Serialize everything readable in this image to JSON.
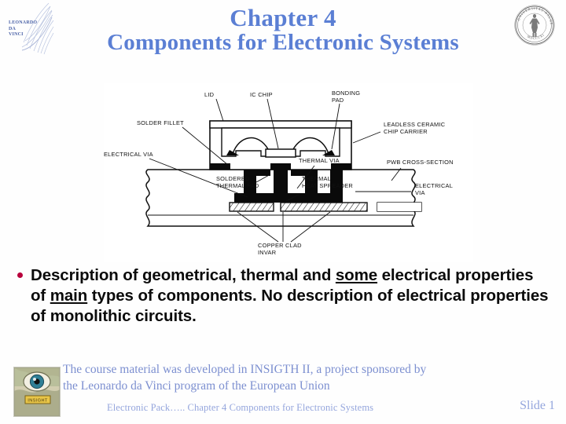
{
  "slide": {
    "title_line1": "Chapter 4",
    "title_line2": "Components for Electronic Systems",
    "title_color": "#5b7fd4"
  },
  "logos": {
    "leonardo": {
      "name": "leonardo-da-vinci-logo",
      "line1": "LEONARDO",
      "line2": "DA",
      "line3": "VINCI"
    },
    "university_seal": {
      "name": "university-of-oslo-seal",
      "ring_text": "UNIVERSITAS OSLOENSIS",
      "year_text": "MDCCCXI"
    },
    "insight": {
      "name": "insight-eye-logo",
      "label": "INSIGHT"
    }
  },
  "diagram": {
    "name": "leadless-ceramic-chip-carrier-cross-section",
    "labels": {
      "lid": "LID",
      "ic_chip": "IC CHIP",
      "bonding_pad_l1": "BONDING",
      "bonding_pad_l2": "PAD",
      "solder_fillet": "SOLDER FILLET",
      "electrical_via_left": "ELECTRICAL VIA",
      "leadless_l1": "LEADLESS CERAMIC",
      "leadless_l2": "CHIP CARRIER",
      "pwb_cross_section": "PWB CROSS-SECTION",
      "electrical_via_right_l1": "ELECTRICAL",
      "electrical_via_right_l2": "VIA",
      "thermal_via": "THERMAL VIA",
      "soldered_pad_l1": "SOLDERED",
      "soldered_pad_l2": "THERMAL PAD",
      "heat_spreader_l1": "THERMAL",
      "heat_spreader_l2": "HEAT SPREADER",
      "copper_clad_l1": "COPPER CLAD",
      "copper_clad_l2": "INVAR"
    }
  },
  "body": {
    "bullet": {
      "p1": "Description of geometrical, thermal and ",
      "u1": "some",
      "p2": " electrical properties of ",
      "u2": "main",
      "p3": " types of components. No description of electrical properties of monolithic circuits.",
      "bullet_color": "#b8003c"
    }
  },
  "credit": {
    "line1": "The course material was developed in INSIGTH II, a project sponsored by",
    "line2": "the Leonardo da Vinci program of the European Union",
    "color": "#7c8fd0"
  },
  "footer": {
    "center": "Electronic Pack…..   Chapter 4 Components for Electronic Systems",
    "slide_number": "Slide 1",
    "color": "#95a6dd"
  }
}
